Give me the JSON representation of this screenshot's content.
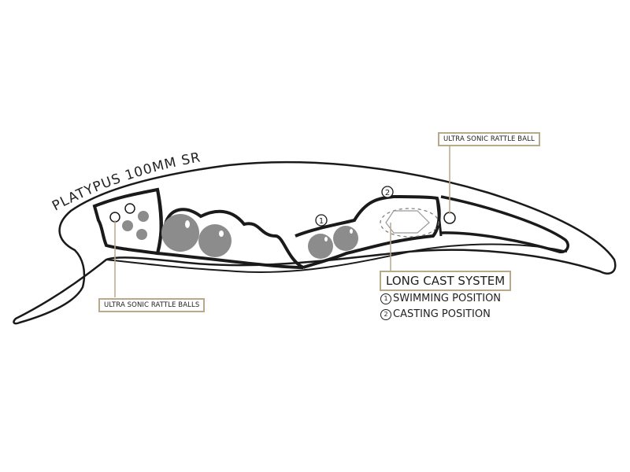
{
  "title": "PLATYPUS 100MM SR",
  "labels": {
    "rattle_ball": "ULTRA SONIC RATTLE BALL",
    "rattle_balls": "ULTRA SONIC RATTLE BALLS",
    "long_cast": "LONG CAST SYSTEM"
  },
  "legend": [
    {
      "num": "1",
      "text": "SWIMMING POSITION"
    },
    {
      "num": "2",
      "text": "CASTING POSITION"
    }
  ],
  "markers": {
    "swimming": "1",
    "casting": "2"
  },
  "colors": {
    "outline": "#1a1a1a",
    "ball": "#8c8c8c",
    "callout": "#b8a98a"
  }
}
